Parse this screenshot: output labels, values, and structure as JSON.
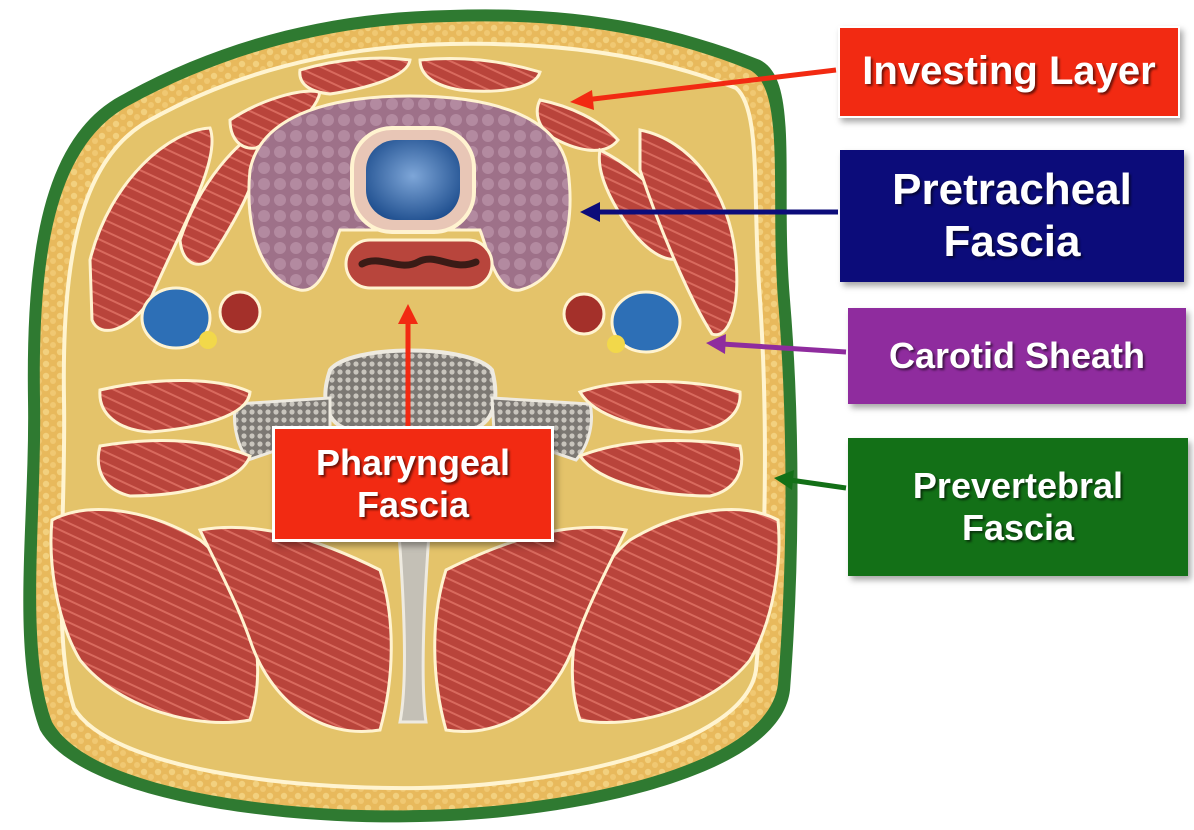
{
  "labels": {
    "investing": {
      "text": "Investing Layer",
      "color": "#f22a12"
    },
    "pretracheal": {
      "text": "Pretracheal\nFascia",
      "color": "#0c0c7a"
    },
    "carotid": {
      "text": "Carotid Sheath",
      "color": "#8f2c9e"
    },
    "prevertebral": {
      "text": "Prevertebral\nFascia",
      "color": "#137017"
    },
    "pharyngeal": {
      "text": "Pharyngeal\nFascia",
      "color": "#f22a12"
    }
  },
  "colors": {
    "muscle": "#b8413a",
    "muscle_dark": "#8e2b27",
    "fascia_yellow": "#e6c96a",
    "fat": "#e9bd63",
    "thyroid": "#a87a93",
    "vein": "#2d6fb6",
    "artery": "#a4302a",
    "bone": "#b9b4a8",
    "skin_outline": "#2f7a31"
  }
}
